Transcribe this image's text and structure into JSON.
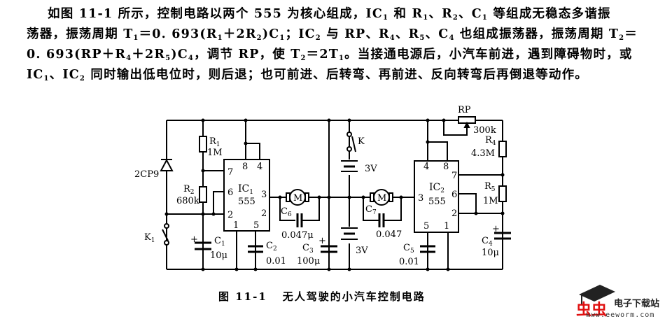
{
  "paragraph": {
    "line1_a": "如图 11-1 所示，控制电路以两个 555 为核心组成，IC",
    "line1_b": " 和 R",
    "line1_c": "、R",
    "line1_d": "、C",
    "line1_e": " 等组成无稳态多谐振",
    "line2_a": "荡器，振荡周期 T",
    "line2_b": "＝0. 693(R",
    "line2_c": "＋2R",
    "line2_d": ")C",
    "line2_e": "；IC",
    "line2_f": " 与 RP、R",
    "line2_g": "、R",
    "line2_h": "、C",
    "line2_i": " 也组成振荡器，振荡周期 T",
    "line2_j": "＝",
    "line3_a": "0. 693(RP＋R",
    "line3_b": "＋2R",
    "line3_c": ")C",
    "line3_d": "，调节 RP，使 T",
    "line3_e": "＝2T",
    "line3_f": "。当接通电源后，小汽车前进，遇到障碍物时，或",
    "line4_a": "IC",
    "line4_b": "、IC",
    "line4_c": " 同时输出低电位时，则后退；也可前进、后转弯、再前进、反向转弯后再倒退等动作。",
    "sub1": "1",
    "sub2": "2",
    "sub4": "4",
    "sub5": "5"
  },
  "circuit": {
    "diode": "2CP9",
    "r1_name": "R",
    "r1_sub": "1",
    "r1_value": "1M",
    "r2_name": "R",
    "r2_sub": "2",
    "r2_value": "680k",
    "k1_name": "K",
    "k1_sub": "1",
    "c1_name": "C",
    "c1_sub": "1",
    "c1_value": "10μ",
    "ic1_name": "IC",
    "ic1_sub": "1",
    "ic1_type": "555",
    "ic1_pins": {
      "p8": "8",
      "p4": "4",
      "p7": "7",
      "p6": "6",
      "p2": "2",
      "p3": "3",
      "p2b": "2",
      "p1": "1",
      "p5": "5"
    },
    "c2_name": "C",
    "c2_sub": "2",
    "c2_value": "0.01",
    "motor1": "M",
    "c6_name": "C",
    "c6_sub": "6",
    "c6_value": "0.047μ",
    "c3_name": "C",
    "c3_sub": "3",
    "c3_value": "100μ",
    "k_name": "K",
    "bat1": "3V",
    "bat2": "3V",
    "motor2": "M",
    "c7_name": "C",
    "c7_sub": "7",
    "c7_value": "0.047",
    "ic2_name": "IC",
    "ic2_sub": "2",
    "ic2_type": "555",
    "ic2_pins": {
      "p4": "4",
      "p8": "8",
      "p7": "7",
      "p3": "3",
      "p6": "6",
      "p2": "2",
      "p5": "5",
      "p1": "1"
    },
    "c5_name": "C",
    "c5_sub": "5",
    "c5_value": "0.01",
    "rp_name": "RP",
    "rp_value": "300k",
    "r4_name": "R",
    "r4_sub": "4",
    "r4_value": "4.3M",
    "r5_name": "R",
    "r5_sub": "5",
    "r5_value": "1M",
    "c4_name": "C",
    "c4_sub": "4",
    "c4_value": "10μ",
    "plus": "+"
  },
  "caption": {
    "number": "图 11-1",
    "title": "无人驾驶的小汽车控制电路"
  },
  "watermark": {
    "logo_chars": "虫虫",
    "site_name": "电子下载站",
    "url": "www.eeworm.com"
  }
}
